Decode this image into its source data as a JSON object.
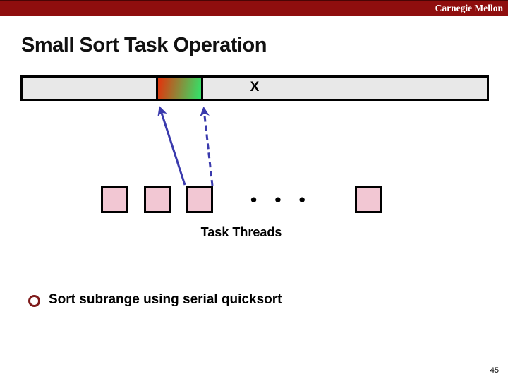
{
  "banner": {
    "brand": "Carnegie Mellon"
  },
  "title": "Small Sort Task Operation",
  "diagram": {
    "array_label": "X",
    "ellipsis": "• • •",
    "caption": "Task Threads"
  },
  "bullets": [
    {
      "text": "Sort subrange using serial quicksort"
    }
  ],
  "page_number": "45",
  "colors": {
    "banner_red": "#8F0E0E",
    "bullet_maroon": "#7E1A1A",
    "bar_gray": "#E8E8E8",
    "box_pink": "#F2C7D3",
    "arrow_blue": "#3A3AAD",
    "gradient_red": "#DC3A10",
    "gradient_green": "#38DD66",
    "title_text": "#111111"
  }
}
